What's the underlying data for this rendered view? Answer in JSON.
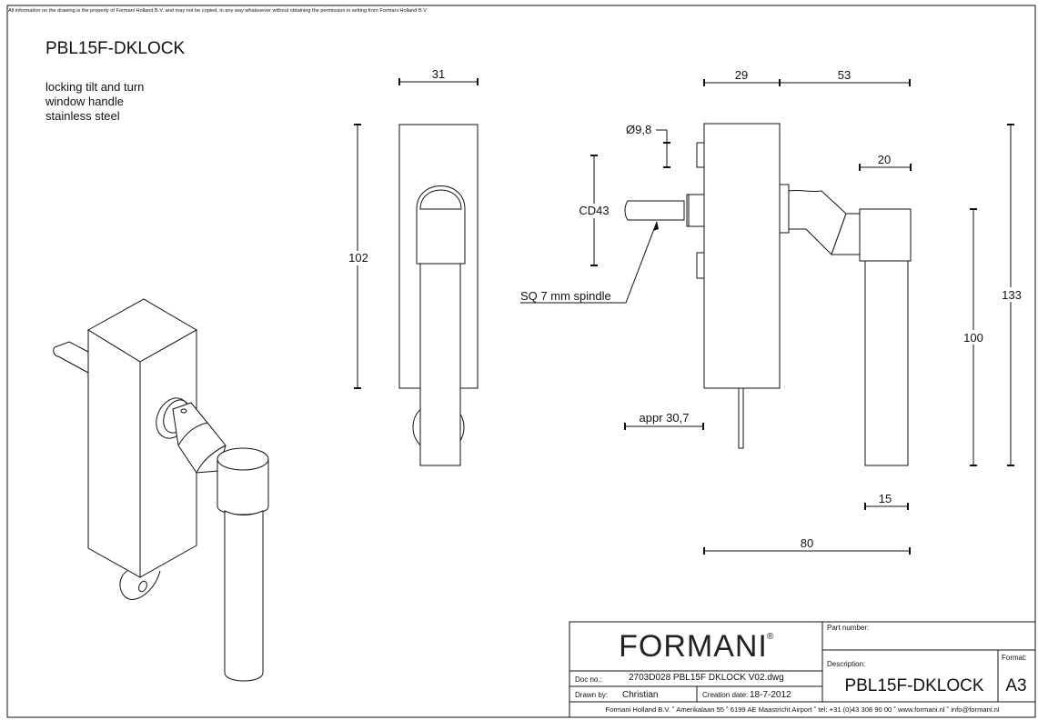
{
  "copyright_note": "All information on the drawing is the property of Formani Holland B.V. and may not be copied, in any way whatsoever without obtaining the permission in writing from Formani Holland B.V",
  "title": "PBL15F-DKLOCK",
  "description_lines": [
    "locking tilt and turn",
    "window handle",
    "stainless steel"
  ],
  "dimensions": {
    "front_width": "31",
    "front_height": "102",
    "side_body_depth": "29",
    "side_handle_projection": "53",
    "diameter": "Ø9,8",
    "cd": "CD43",
    "spindle_label": "SQ 7 mm spindle",
    "handle_width": "20",
    "pin_length": "appr 30,7",
    "total_height": "133",
    "handle_height": "100",
    "bar_width": "15",
    "total_depth": "80"
  },
  "title_block": {
    "logo": "FORMANI",
    "logo_mark": "®",
    "part_number_label": "Part number:",
    "part_number_value": "",
    "description_label": "Description:",
    "description_value": "PBL15F-DKLOCK",
    "format_label": "Format:",
    "format_value": "A3",
    "doc_no_label": "Doc no.:",
    "doc_no_value": "2703D028 PBL15F DKLOCK V02.dwg",
    "drawn_by_label": "Drawn by:",
    "drawn_by_value": "Christian",
    "creation_date_label": "Creation date:",
    "creation_date_value": "18-7-2012",
    "footer": "Formani Holland B.V. ˚  Amerikalaan 55  ˚ 6199 AE Maastricht Airport ˚ tel: +31 (0)43 308 90 00 ˚ www.formani.nl ˚ info@formani.nl"
  }
}
